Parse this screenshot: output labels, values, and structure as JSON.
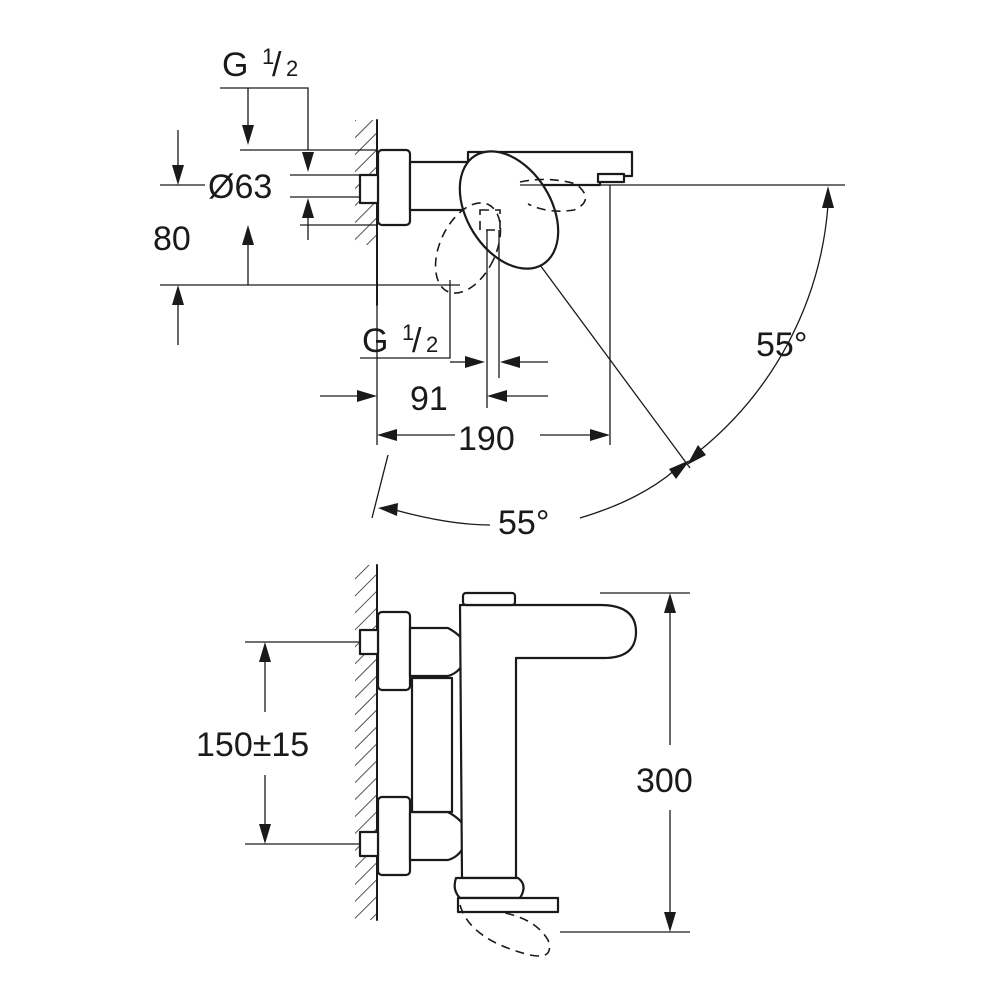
{
  "top_view": {
    "thread_top": {
      "letter": "G",
      "numerator": "1",
      "slash": "/",
      "denominator": "2"
    },
    "diameter": "Ø63",
    "offset": "80",
    "thread_bottom": {
      "letter": "G",
      "numerator": "1",
      "slash": "/",
      "denominator": "2"
    },
    "depth_inner": "91",
    "depth_outer": "190",
    "angle_right": "55°",
    "angle_bottom": "55°"
  },
  "front_view": {
    "spacing": "150±15",
    "height": "300"
  },
  "colors": {
    "ink": "#1a1a1a",
    "background": "#ffffff"
  }
}
